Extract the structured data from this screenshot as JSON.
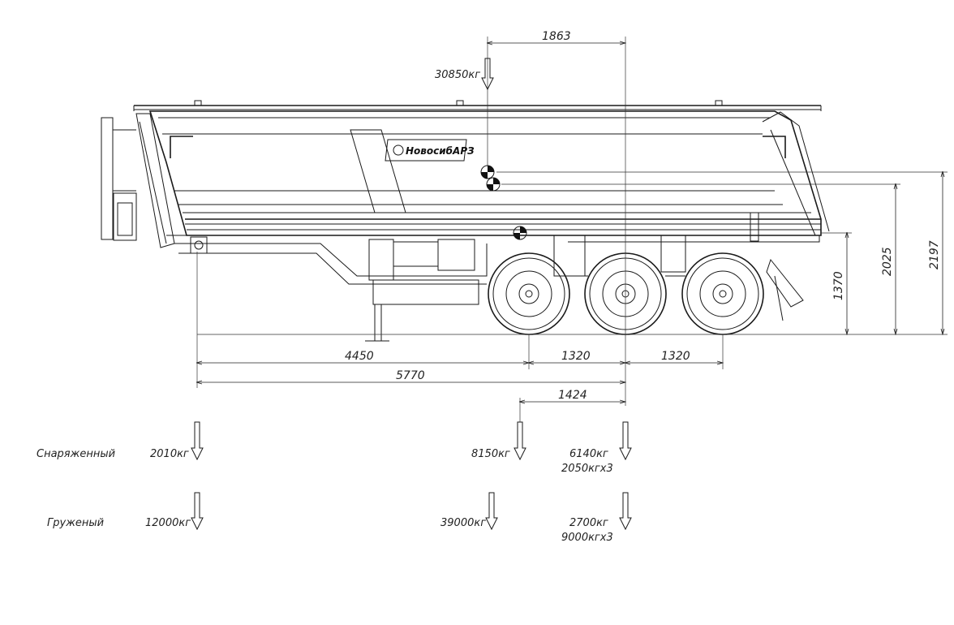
{
  "drawing": {
    "logo_text": "НовосибАРЗ",
    "dimensions": {
      "top": "1863",
      "bottom_left": "4450",
      "axle_spacing_1": "1320",
      "axle_spacing_2": "1320",
      "overall": "5770",
      "cg_offset": "1424",
      "height_1": "1370",
      "height_2": "2025",
      "height_3": "2197"
    },
    "top_load": "30850кг"
  },
  "loads": {
    "empty": {
      "label": "Снаряженный",
      "kingpin": "2010кг",
      "total": "8150кг",
      "axles_line1": "6140кг",
      "axles_line2": "2050кгх3"
    },
    "loaded": {
      "label": "Груженый",
      "kingpin": "12000кг",
      "total": "39000кг",
      "axles_line1": "2700кг",
      "axles_line2": "9000кгх3"
    }
  }
}
